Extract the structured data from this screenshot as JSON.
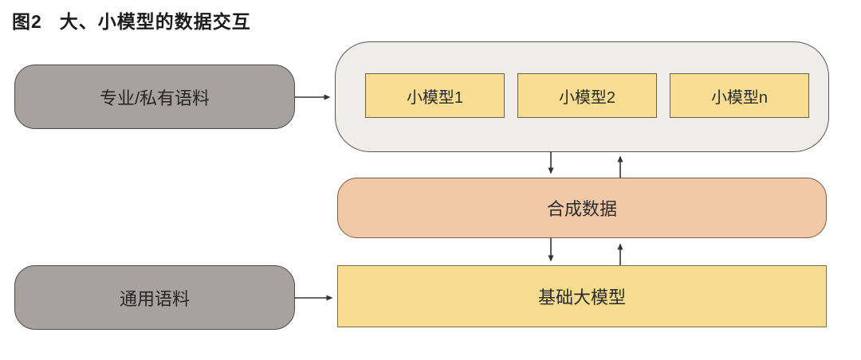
{
  "header": {
    "figure_label": "图2",
    "figure_title": "大、小模型的数据交互"
  },
  "nodes": {
    "private_corpus": {
      "label": "专业/私有语料"
    },
    "general_corpus": {
      "label": "通用语料"
    },
    "small_models_group": {
      "items": [
        {
          "label": "小模型1"
        },
        {
          "label": "小模型2"
        },
        {
          "label": "小模型n"
        }
      ]
    },
    "synthetic_data": {
      "label": "合成数据"
    },
    "base_model": {
      "label": "基础大模型"
    }
  },
  "edges": [
    {
      "from": "private_corpus",
      "to": "small_models_group",
      "direction": "right"
    },
    {
      "from": "small_models_group",
      "to": "synthetic_data",
      "direction": "down"
    },
    {
      "from": "synthetic_data",
      "to": "small_models_group",
      "direction": "up"
    },
    {
      "from": "synthetic_data",
      "to": "base_model",
      "direction": "down"
    },
    {
      "from": "base_model",
      "to": "synthetic_data",
      "direction": "up"
    },
    {
      "from": "general_corpus",
      "to": "base_model",
      "direction": "right"
    }
  ],
  "colors": {
    "corpus_fill": "#a7a2a0",
    "container_fill": "#efedea",
    "small_model_fill": "#f8dd92",
    "synthetic_fill": "#f1c9a7",
    "base_model_fill": "#f6dc8e",
    "arrow": "#333333",
    "title_text": "#1c1c1c"
  }
}
